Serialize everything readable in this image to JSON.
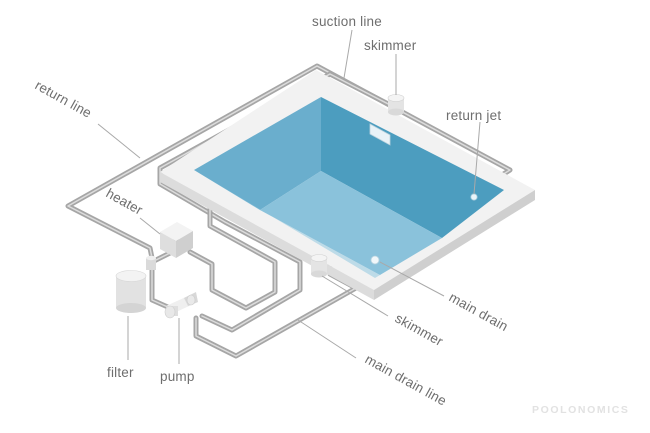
{
  "labels": {
    "suction_line": "suction line",
    "skimmer_top": "skimmer",
    "return_line": "return line",
    "return_jet": "return jet",
    "heater": "heater",
    "filter": "filter",
    "pump": "pump",
    "main_drain": "main drain",
    "skimmer_bottom": "skimmer",
    "main_drain_line": "main drain line"
  },
  "watermark": "POOLONOMICS",
  "colors": {
    "water_dark": "#4d9ec0",
    "water_light": "#8cc3dc",
    "deck": "#f1f1f1",
    "pipe": "#a8a8a8",
    "equipment": "#e3e3e3"
  }
}
